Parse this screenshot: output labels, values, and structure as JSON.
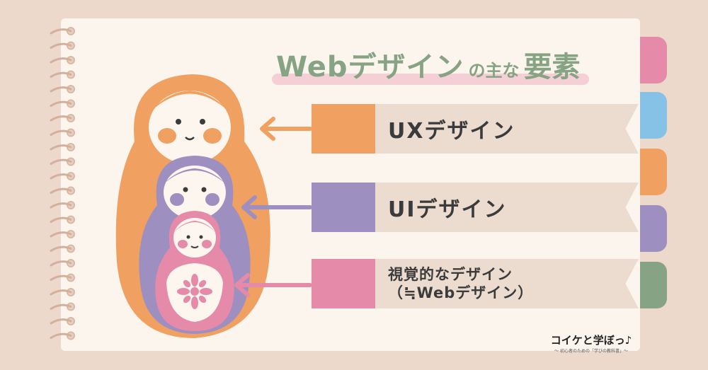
{
  "title": {
    "main": "Webデザイン",
    "mid": "の主な",
    "end": "要素"
  },
  "items": [
    {
      "label": "UXデザイン",
      "color": "#f0a060"
    },
    {
      "label": "UIデザイン",
      "color": "#9d8fc0"
    },
    {
      "label_line1": "視覚的なデザイン",
      "label_line2": "（≒Webデザイン）",
      "color": "#e58aa8"
    }
  ],
  "tabs": [
    "#e58aa8",
    "#86c1e6",
    "#f0a060",
    "#9d8fc0",
    "#86a383"
  ],
  "logo": {
    "main": "コイケと学ぼっ♪",
    "sub": "〜 初心者のための「学びの教科書」〜"
  },
  "colors": {
    "orange": "#f0a060",
    "purple": "#9d8fc0",
    "pink": "#e58aa8",
    "green": "#86a383",
    "face": "#fdf6ee"
  }
}
